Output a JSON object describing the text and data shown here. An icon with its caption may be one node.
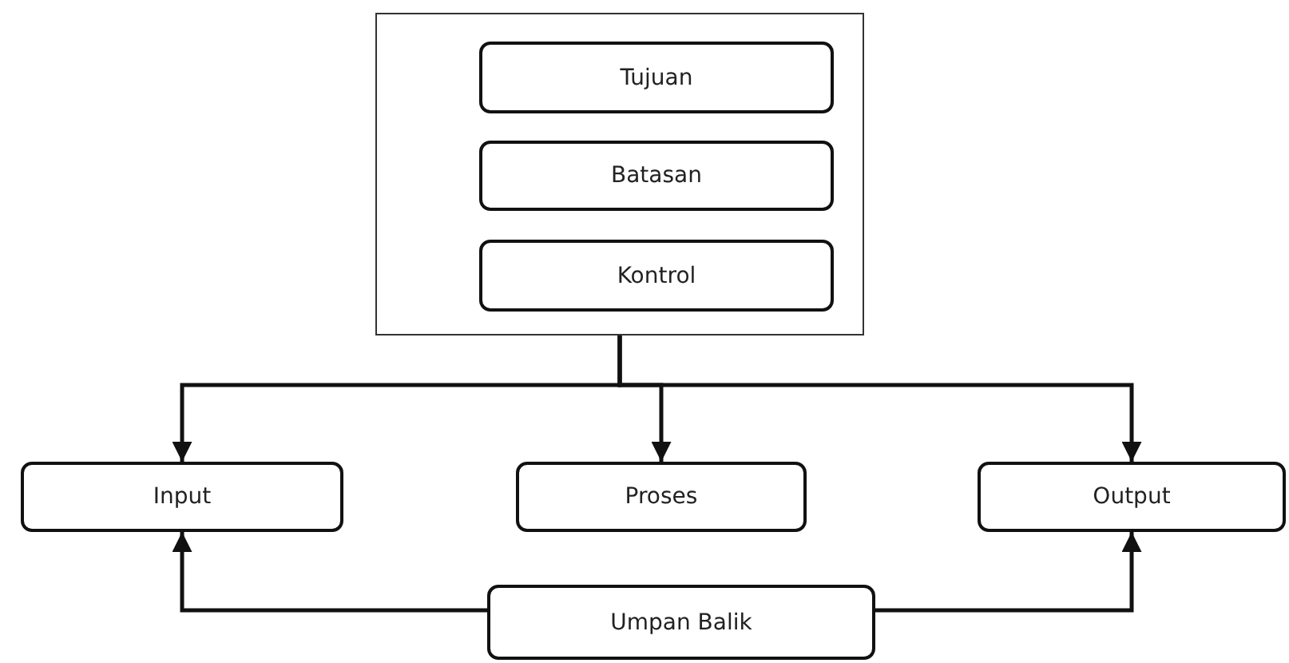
{
  "diagram": {
    "nodes": [
      {
        "text": [],
        "shape": "box"
      },
      {
        "text": [
          "Tujuan"
        ],
        "in": 0
      },
      {
        "text": [
          "Batasan"
        ],
        "in": 0
      },
      {
        "text": [
          "Kontrol"
        ],
        "in": 0
      },
      {
        "text": [
          "Input"
        ]
      },
      {
        "text": [
          "Proses"
        ]
      },
      {
        "text": [
          "Output"
        ]
      },
      {
        "text": [
          "Umpan Balik"
        ]
      }
    ],
    "edges": [
      {
        "from": 0,
        "to": 4,
        "arrow": "to"
      },
      {
        "from": 0,
        "to": 5,
        "arrow": "to"
      },
      {
        "from": 0,
        "to": 6,
        "arrow": "to"
      },
      {
        "from": 7,
        "to": 4,
        "arrow": "to"
      },
      {
        "from": 7,
        "to": 6,
        "arrow": "to"
      }
    ]
  }
}
